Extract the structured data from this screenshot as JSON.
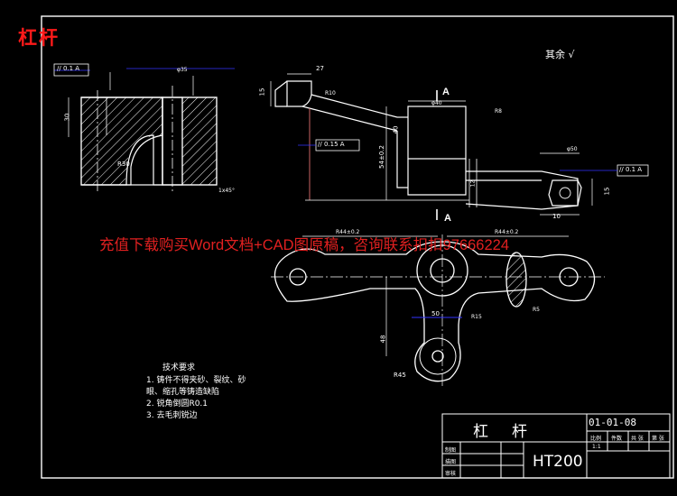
{
  "header_label": "杠杆",
  "watermark": "充值下载购买Word文档+CAD图原稿，咨询联系扣扣97666224",
  "roughness_note": "其余",
  "section_label": "A",
  "tech_requirements": {
    "heading": "技术要求",
    "lines": [
      "1. 铸件不得夹砂、裂纹、砂",
      "眼、缩孔等铸造缺陷",
      "2. 锐角倒圆R0.1",
      "3. 去毛刺锐边"
    ]
  },
  "title_block": {
    "part_name": "杠杆",
    "drawing_code": "01-01-08",
    "material": "HT200",
    "scale": "1:1",
    "row_labels": [
      "制图",
      "描图",
      "审核"
    ],
    "col_labels": [
      "比例",
      "件数",
      "共 张",
      "第 张"
    ]
  },
  "dimensions": {
    "tol_01": "// 0.1 A",
    "tol_015": "// 0.15 A",
    "tol_01b": "// 0.1 A",
    "d27": "27",
    "d40": "φ40",
    "d50": "φ50",
    "d48": "48",
    "d50b": "50",
    "d10": "10",
    "d15": "15",
    "d30": "30",
    "d35": "φ35",
    "d10b": "R10",
    "d15b": "R15",
    "d54": "54±0.2",
    "r45": "R45",
    "r30": "R30",
    "r8": "R8",
    "r5": "R5",
    "r44a": "R44±0.2",
    "r44b": "R44±0.2",
    "h18": "15",
    "h40": "40",
    "d12": "12",
    "d1x45": "1x45°"
  }
}
